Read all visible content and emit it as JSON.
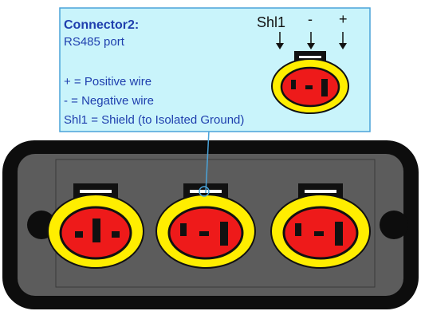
{
  "callout": {
    "title": "Connector2:",
    "subtitle": "RS485 port",
    "legend": [
      "+ = Positive wire",
      "- = Negative wire",
      "Shl1 = Shield (to Isolated Ground)"
    ],
    "pin_labels": [
      "Shl1",
      "-",
      "+"
    ]
  },
  "colors": {
    "callout_fill": "#c9f4fb",
    "callout_border": "#4aa3d9",
    "title_text": "#1f3fae",
    "body_text": "#1f3fae",
    "housing_outer": "#0d0d0d",
    "housing_inner": "#5c5c5c",
    "connector_yellow": "#ffee00",
    "connector_red": "#ee1a1a",
    "connector_black": "#111111",
    "tab_white": "#ffffff"
  },
  "connectors_in_housing": 3
}
